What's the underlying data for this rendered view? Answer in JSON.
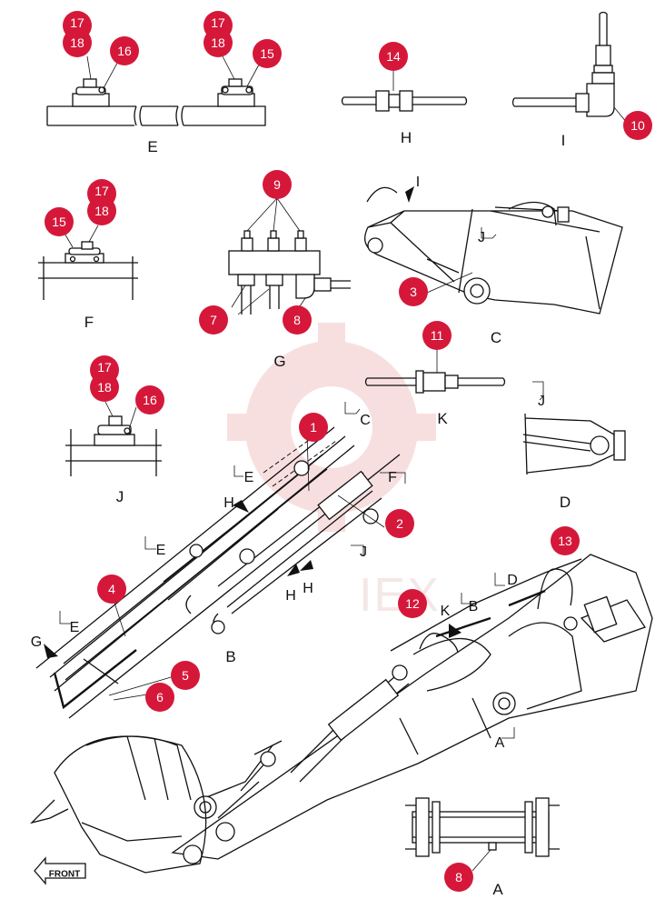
{
  "watermark": {
    "text": "IEX",
    "color": "#f4c6c6"
  },
  "accent": "#d5183a",
  "view_labels": {
    "E": "E",
    "H": "H",
    "I": "I",
    "F": "F",
    "G": "G",
    "C": "C",
    "J": "J",
    "K": "K",
    "D": "D",
    "B": "B",
    "A": "A"
  },
  "section_marks": {
    "C_mark": "C",
    "F_mark": "F",
    "E_mark1": "E",
    "E_mark2": "E",
    "E_mark3": "E",
    "J_mark": "J",
    "H_mark1": "H",
    "H_mark2": "H",
    "H_mark3": "H",
    "G_mark": "G",
    "K_mark": "K",
    "B_mark": "B",
    "D_mark": "D",
    "A_mark": "A",
    "J_mark_C": "J",
    "J_mark_D": "J",
    "I_mark": "I"
  },
  "callouts": {
    "c1": "1",
    "c2": "2",
    "c3": "3",
    "c4": "4",
    "c5": "5",
    "c6": "6",
    "c7": "7",
    "c8_G": "8",
    "c8_A": "8",
    "c9": "9",
    "c10": "10",
    "c11": "11",
    "c12": "12",
    "c13": "13",
    "c14": "14",
    "c15_E": "15",
    "c15_F": "15",
    "c16_E": "16",
    "c16_J": "16",
    "c17_E1": "17",
    "c17_E2": "17",
    "c17_F": "17",
    "c17_J": "17",
    "c18_E1": "18",
    "c18_E2": "18",
    "c18_F": "18",
    "c18_J": "18"
  },
  "front_label": "FRONT"
}
